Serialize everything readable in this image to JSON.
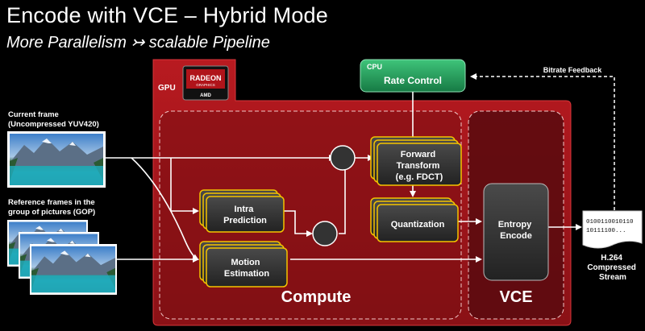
{
  "title": "Encode  with VCE – Hybrid Mode",
  "subtitle": "More Parallelism ↣ scalable Pipeline",
  "gpu_label": "GPU",
  "logo": {
    "line1": "RADEON",
    "line2": "GRAPHICS",
    "brand": "AMD"
  },
  "cpu": {
    "label": "CPU",
    "block": "Rate Control"
  },
  "feedback_label": "Bitrate Feedback",
  "current_frame": {
    "line1": "Current frame",
    "line2": "(Uncompressed YUV420)"
  },
  "reference_frames": {
    "line1": "Reference frames in the",
    "line2": "group of pictures (GOP)"
  },
  "blocks": {
    "intra": [
      "Intra",
      "Prediction"
    ],
    "motion": [
      "Motion",
      "Estimation"
    ],
    "forward": [
      "Forward",
      "Transform",
      "(e.g. FDCT)"
    ],
    "quant": [
      "Quantization"
    ],
    "entropy": [
      "Entropy",
      "Encode"
    ]
  },
  "compute_label": "Compute",
  "vce_label": "VCE",
  "bitstream": [
    "0100110010110",
    "10111100..."
  ],
  "output": [
    "H.264",
    "Compressed",
    "Stream"
  ],
  "colors": {
    "gpu_red": "#a0151b",
    "compute_red": "#7f0f14",
    "vce_red": "#5e0c10",
    "cpu_green": "#1f9a58",
    "block_dark": "#2f2f2f",
    "block_border": "#f4c400"
  }
}
